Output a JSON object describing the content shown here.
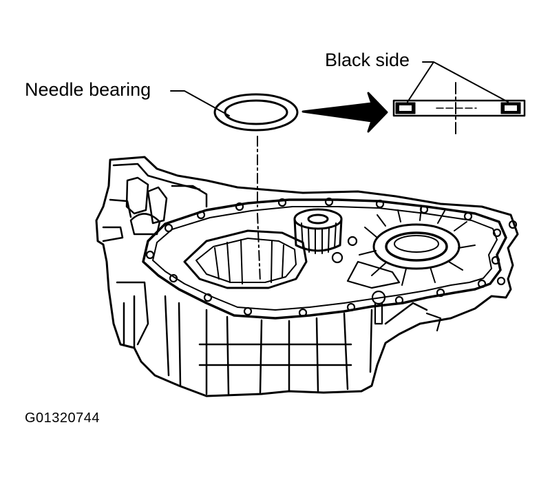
{
  "diagram": {
    "labels": {
      "needle_bearing": "Needle bearing",
      "black_side": "Black side",
      "figure_code": "G01320744"
    },
    "colors": {
      "ink": "#000000",
      "paper": "#ffffff"
    }
  }
}
